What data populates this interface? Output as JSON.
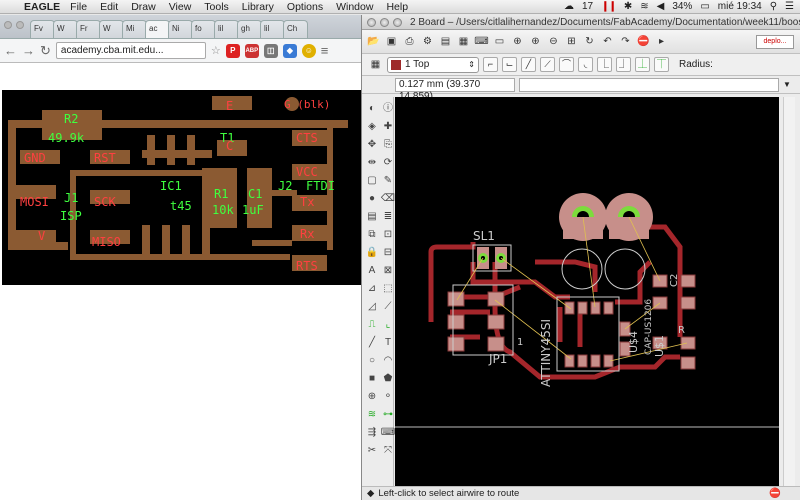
{
  "menubar": {
    "app_name": "EAGLE",
    "items": [
      "File",
      "Edit",
      "Draw",
      "View",
      "Tools",
      "Library",
      "Options",
      "Window",
      "Help"
    ],
    "status": {
      "count": "17",
      "battery": "34%",
      "clock": "mié 19:34"
    }
  },
  "browser": {
    "tabs": [
      "Fv",
      "W",
      "Fr",
      "W",
      "Mi",
      "ac",
      "Ni",
      "fo",
      "lil",
      "gh",
      "lil",
      "Ch"
    ],
    "url": "academy.cba.mit.edu...",
    "ext_labels": [
      "ABP"
    ]
  },
  "pcb_image": {
    "labels": {
      "r2": "R2",
      "r2_value": "49.9k",
      "t1": "T1",
      "gnd": "GND",
      "rst": "RST",
      "mosi": "MOSI",
      "j1": "J1",
      "isp": "ISP",
      "sck": "SCK",
      "v": "V",
      "miso": "MISO",
      "ic1": "IC1",
      "t45": "t45",
      "r1": "R1",
      "r1_value": "10k",
      "c1": "C1",
      "c1_value": "1uF",
      "j2": "J2",
      "ftdi": "FTDI",
      "cts": "CTS",
      "vcc": "VCC",
      "tx": "Tx",
      "rx": "Rx",
      "rts": "RTS",
      "blk": "G (blk)",
      "c_pad": "C",
      "e_pad": "E"
    }
  },
  "eagle": {
    "window_title": "2 Board – /Users/citlalihernandez/Documents/FabAcademy/Documentation/week11/boos...",
    "layer": "1 Top",
    "radius_label": "Radius:",
    "coordinates": "0.127 mm (39.370 14.859)",
    "deploy_label": "deplo...",
    "status_text": "Left-click to select airwire to route",
    "board_labels": {
      "sl1": "SL1",
      "jp1": "JP1",
      "one": "1",
      "attiny": "ATTINY45SI",
      "u4": "U$4",
      "u1": "U$1",
      "cap": "CAP-US1206",
      "c2": "C2",
      "r": "R"
    }
  }
}
